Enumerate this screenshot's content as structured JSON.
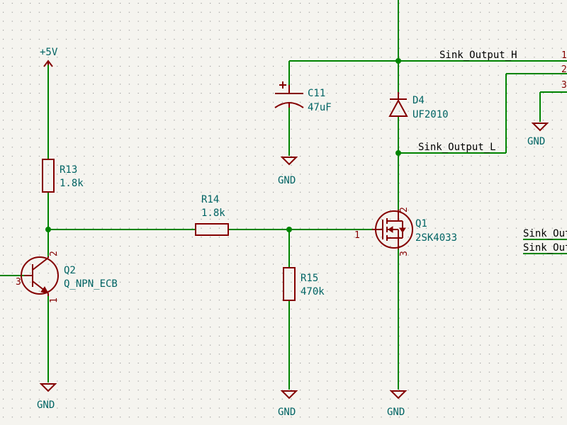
{
  "power": {
    "vcc": "+5V",
    "gnd": "GND"
  },
  "components": {
    "r13": {
      "ref": "R13",
      "value": "1.8k"
    },
    "r14": {
      "ref": "R14",
      "value": "1.8k"
    },
    "r15": {
      "ref": "R15",
      "value": "470k"
    },
    "c11": {
      "ref": "C11",
      "value": "47uF"
    },
    "d4": {
      "ref": "D4",
      "value": "UF2010"
    },
    "q1": {
      "ref": "Q1",
      "value": "2SK4033"
    },
    "q2": {
      "ref": "Q2",
      "value": "Q_NPN_ECB"
    }
  },
  "nets": {
    "sink_h": "Sink_Output_H",
    "sink_l": "Sink_Output_L",
    "sink_trunc_1": "Sink_Out",
    "sink_trunc_2": "Sink_Out"
  },
  "pins": {
    "q1_gate": "1",
    "q1_drain": "2",
    "q1_source": "3",
    "q2_base": "3",
    "q2_collector": "2",
    "q2_emitter": "1",
    "conn_1": "1",
    "conn_2": "2",
    "conn_3": "3"
  },
  "colors": {
    "wire": "#008400",
    "symbol": "#840000",
    "label": "#006464",
    "background": "#f5f4ef"
  }
}
